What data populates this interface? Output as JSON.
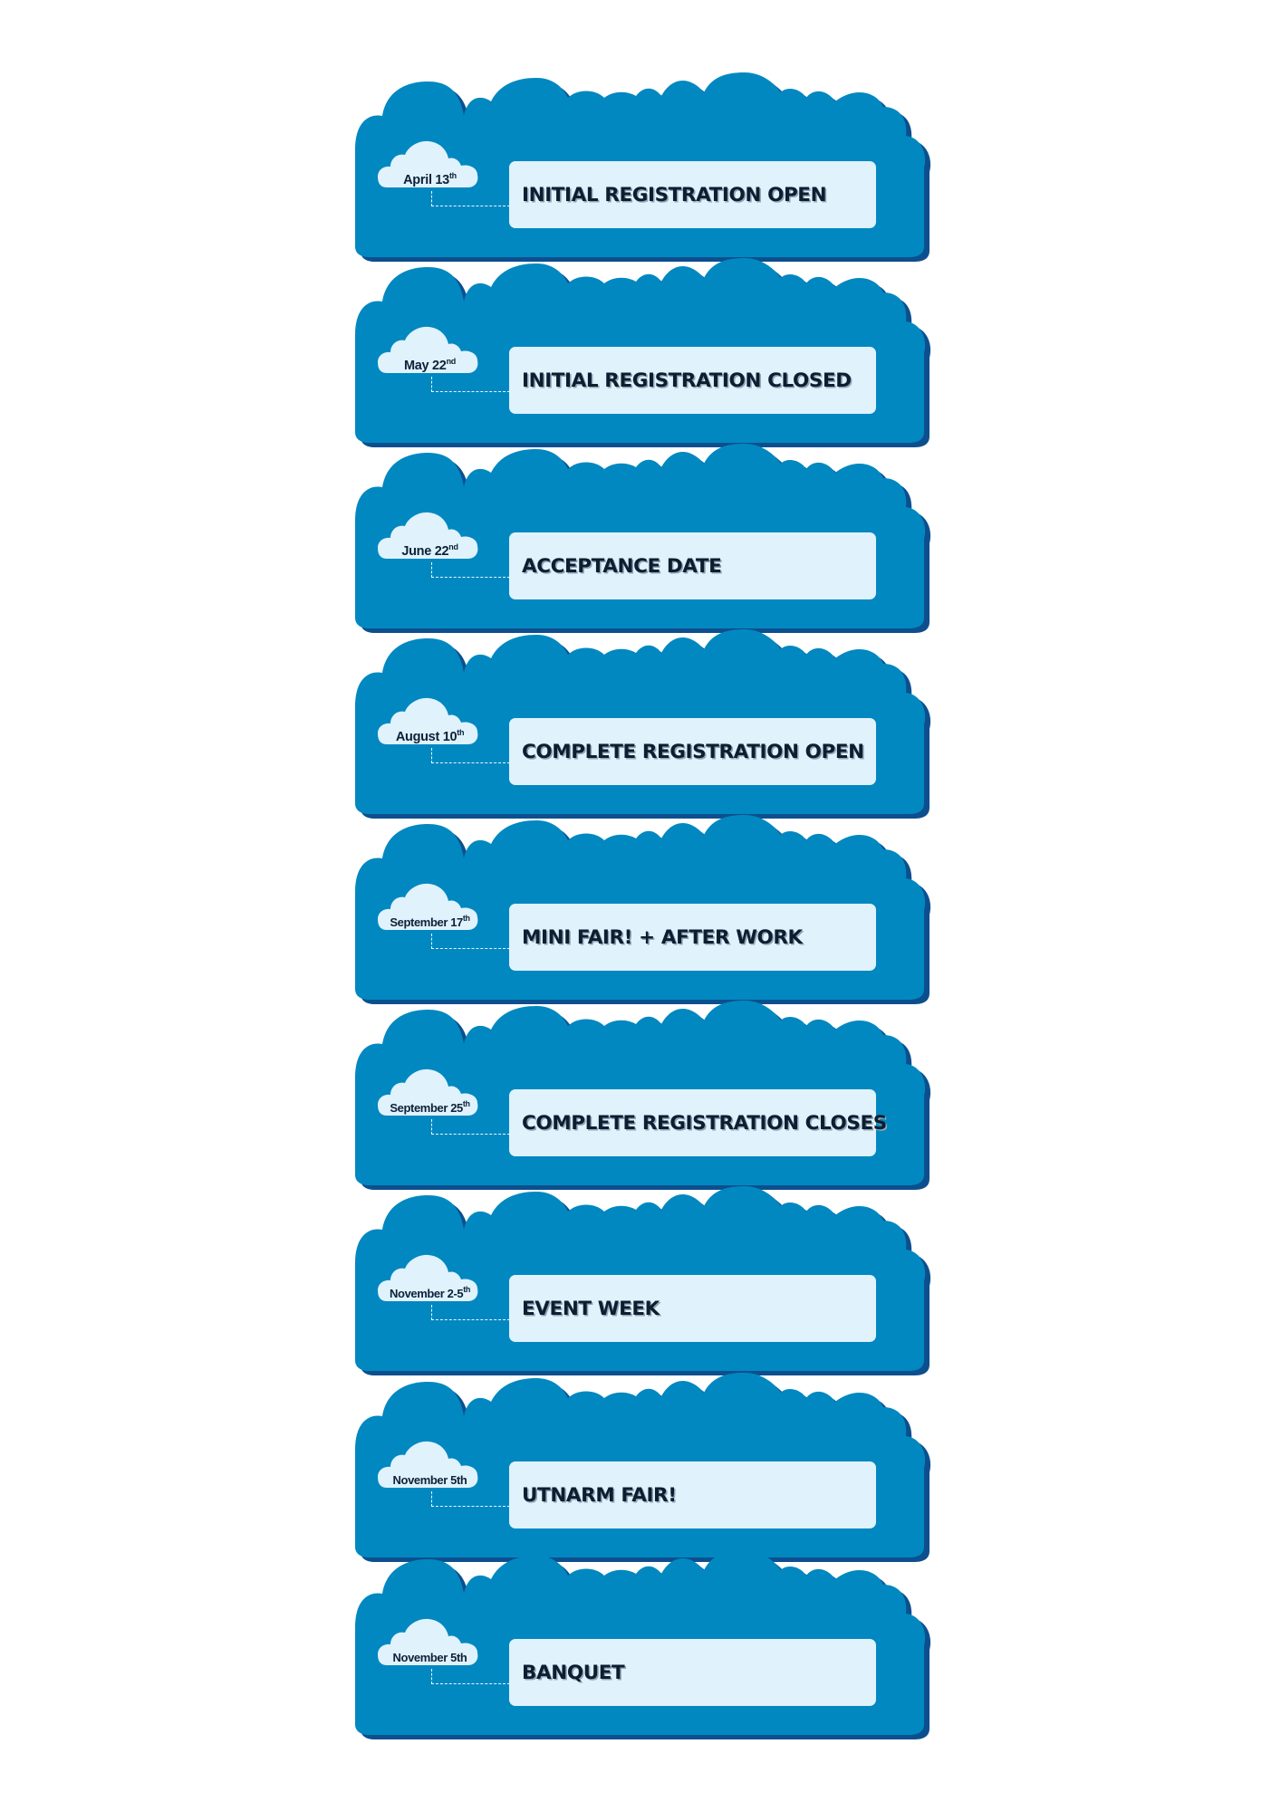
{
  "theme": {
    "cloud_fill": "#0288c0",
    "cloud_shadow": "#0d4f8e",
    "label_box": "#e0f2fc",
    "date_cloud": "#e0f2fc",
    "text_dark": "#0d1e30"
  },
  "events": [
    {
      "date": "April 13",
      "date_suffix": "th",
      "label": "INITIAL REGISTRATION OPEN"
    },
    {
      "date": "May 22",
      "date_suffix": "nd",
      "label": "INITIAL REGISTRATION CLOSED"
    },
    {
      "date": "June 22",
      "date_suffix": "nd",
      "label": "ACCEPTANCE DATE"
    },
    {
      "date": "August 10",
      "date_suffix": "th",
      "label": "COMPLETE REGISTRATION OPEN"
    },
    {
      "date": "September 17",
      "date_suffix": "th",
      "label": "MINI FAIR! + AFTER WORK"
    },
    {
      "date": "September 25",
      "date_suffix": "th",
      "label": "COMPLETE REGISTRATION CLOSES"
    },
    {
      "date": "November 2-5",
      "date_suffix": "th",
      "label": "EVENT WEEK"
    },
    {
      "date": "November 5th",
      "date_suffix": "",
      "label": "UTNARM FAIR!"
    },
    {
      "date": "November 5th",
      "date_suffix": "",
      "label": "BANQUET"
    }
  ]
}
